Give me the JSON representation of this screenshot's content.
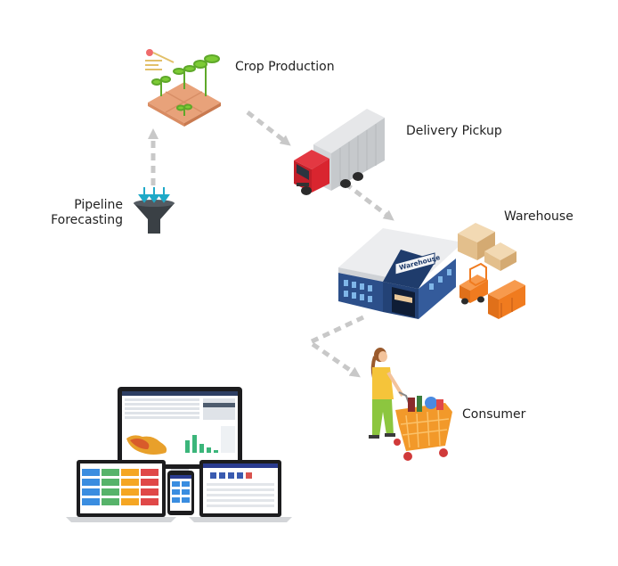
{
  "labels": {
    "crop": "Crop Production",
    "delivery": "Delivery Pickup",
    "warehouse": "Warehouse",
    "forecast_line1": "Pipeline",
    "forecast_line2": "Forecasting",
    "consumer": "Consumer",
    "warehouse_sign": "Warehouse"
  },
  "colors": {
    "arrow": "#c8c8c8",
    "soil": "#e8a27a",
    "plant": "#7ccb35",
    "truck_cab": "#d9252f",
    "container": "#d3d5d8",
    "warehouse_wall": "#2c4f8a",
    "box": "#e9c89a",
    "forklift": "#f07b1f",
    "funnel": "#3a4045",
    "cart": "#f2992a",
    "shirt": "#f5c43a",
    "pants": "#8cc63f",
    "tiles": [
      "#3a8de0",
      "#57b36a",
      "#f5a623",
      "#e04848"
    ]
  }
}
